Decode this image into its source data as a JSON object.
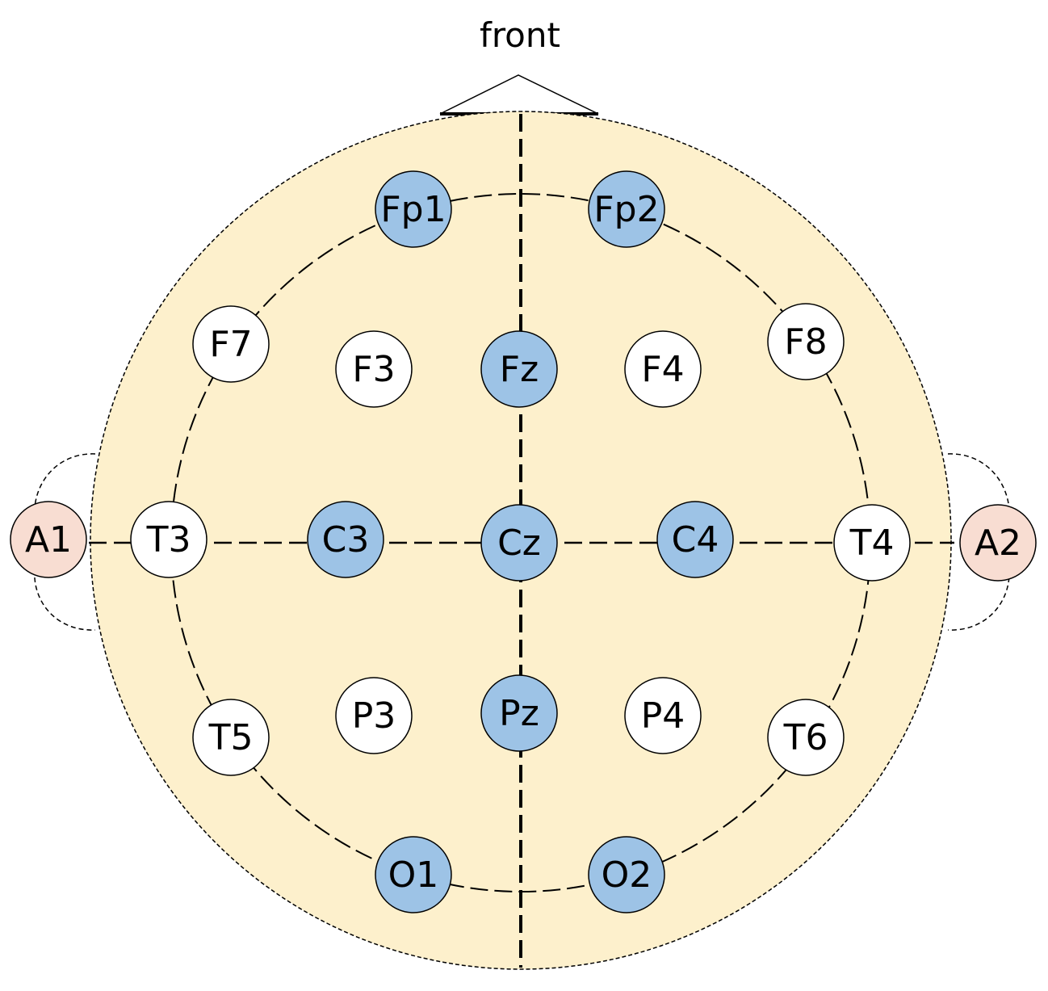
{
  "front_label": "front",
  "colors": {
    "head_fill": "#fdf0cc",
    "outline": "#000000",
    "blue_electrode": "#9dc3e6",
    "white_electrode": "#ffffff",
    "ear_electrode": "#f8ddd2"
  },
  "electrodes": [
    {
      "id": "fp1",
      "label": "Fp1",
      "group": "blue"
    },
    {
      "id": "fp2",
      "label": "Fp2",
      "group": "blue"
    },
    {
      "id": "f7",
      "label": "F7",
      "group": "white"
    },
    {
      "id": "f3",
      "label": "F3",
      "group": "white"
    },
    {
      "id": "fz",
      "label": "Fz",
      "group": "blue"
    },
    {
      "id": "f4",
      "label": "F4",
      "group": "white"
    },
    {
      "id": "f8",
      "label": "F8",
      "group": "white"
    },
    {
      "id": "a1",
      "label": "A1",
      "group": "ear"
    },
    {
      "id": "t3",
      "label": "T3",
      "group": "white"
    },
    {
      "id": "c3",
      "label": "C3",
      "group": "blue"
    },
    {
      "id": "cz",
      "label": "Cz",
      "group": "blue"
    },
    {
      "id": "c4",
      "label": "C4",
      "group": "blue"
    },
    {
      "id": "t4",
      "label": "T4",
      "group": "white"
    },
    {
      "id": "a2",
      "label": "A2",
      "group": "ear"
    },
    {
      "id": "t5",
      "label": "T5",
      "group": "white"
    },
    {
      "id": "p3",
      "label": "P3",
      "group": "white"
    },
    {
      "id": "pz",
      "label": "Pz",
      "group": "blue"
    },
    {
      "id": "p4",
      "label": "P4",
      "group": "white"
    },
    {
      "id": "t6",
      "label": "T6",
      "group": "white"
    },
    {
      "id": "o1",
      "label": "O1",
      "group": "blue"
    },
    {
      "id": "o2",
      "label": "O2",
      "group": "blue"
    }
  ]
}
